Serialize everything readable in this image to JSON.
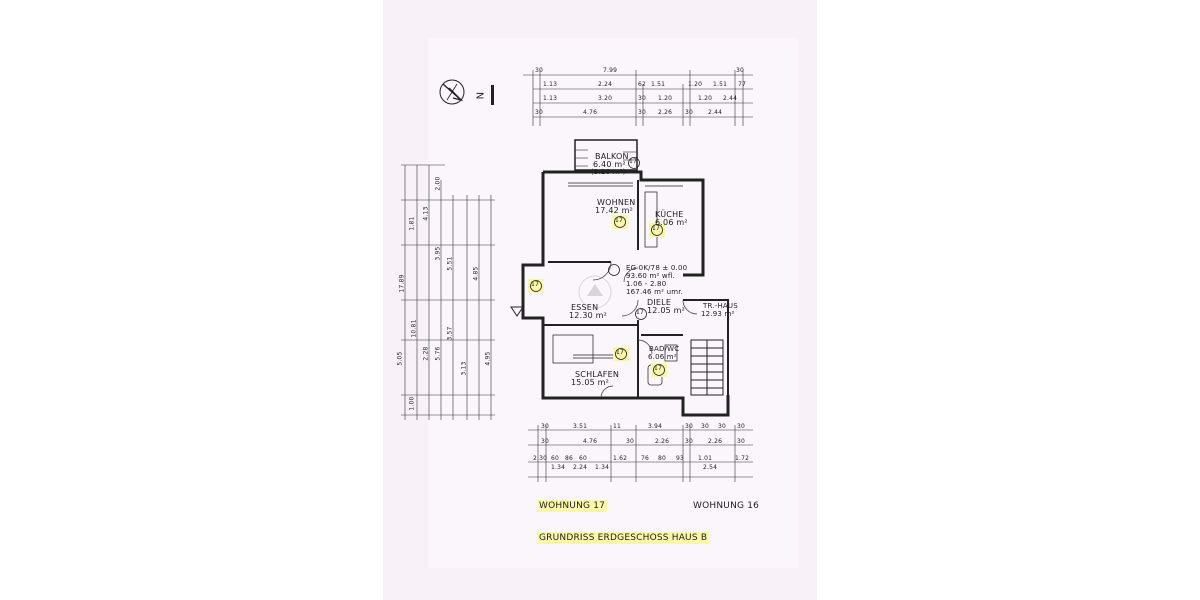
{
  "rooms": {
    "balkon": {
      "name": "BALKON",
      "area": "6.40 m²",
      "area2": "(3.20 m²)"
    },
    "wohnen": {
      "name": "WOHNEN",
      "area": "17.42 m²"
    },
    "kuche": {
      "name": "KÜCHE",
      "area": "6.06 m²"
    },
    "essen": {
      "name": "ESSEN",
      "area": "12.30 m²"
    },
    "diele": {
      "name": "DIELE",
      "area": "12.05 m²"
    },
    "schlafen": {
      "name": "SCHLAFEN",
      "area": "15.05 m²"
    },
    "bad": {
      "name": "BAD/WC",
      "area": "6.06 m²"
    },
    "trhaus": {
      "name": "TR.-HAUS",
      "area": "12.93 m²"
    }
  },
  "summary": {
    "line1": "EG 0K/78 ± 0.00",
    "line2": "93.60 m² wfl.",
    "line3": "1.06 - 2.80",
    "line4": "167.46 m² umr."
  },
  "unit_number": "17",
  "top_dims": {
    "row1": [
      "30",
      "7.99",
      "30"
    ],
    "row2": [
      "1.13",
      "2.24",
      "62",
      "1.51",
      "1.20",
      "1.51",
      "77"
    ],
    "row3": [
      "1.13",
      "3.20",
      "30",
      "1.20",
      "1.20",
      "2.44"
    ],
    "row4": [
      "30",
      "4.76",
      "30",
      "2.26",
      "30",
      "2.44"
    ]
  },
  "bottom_dims": {
    "row1": [
      "30",
      "3.51",
      "11",
      "3.94",
      "30",
      "30",
      "30",
      "30"
    ],
    "row2": [
      "30",
      "4.76",
      "30",
      "2.26",
      "30",
      "2.26",
      "30"
    ],
    "row3": [
      "2.30",
      "60",
      "86",
      "60",
      "1.62",
      "76",
      "80",
      "93",
      "1.01",
      "1.72"
    ],
    "row4": [
      "1.34",
      "2.24",
      "1.34",
      "2.54"
    ]
  },
  "left_dims": [
    "17.89",
    "10.81",
    "4.13",
    "3.95",
    "5.51",
    "3.57",
    "4.85",
    "2.28",
    "5.76",
    "4.95",
    "3.13",
    "1.00",
    "2.00",
    "5.05",
    "1.81"
  ],
  "labels": {
    "wohnung17": "WOHNUNG 17",
    "wohnung16": "WOHNUNG 16",
    "grundriss": "GRUNDRISS ERDGESCHOSS HAUS B"
  },
  "north_letter": "N",
  "colors": {
    "sheet": "#f8f1f8",
    "highlight": "#fbf7a8",
    "ink": "#222222"
  }
}
